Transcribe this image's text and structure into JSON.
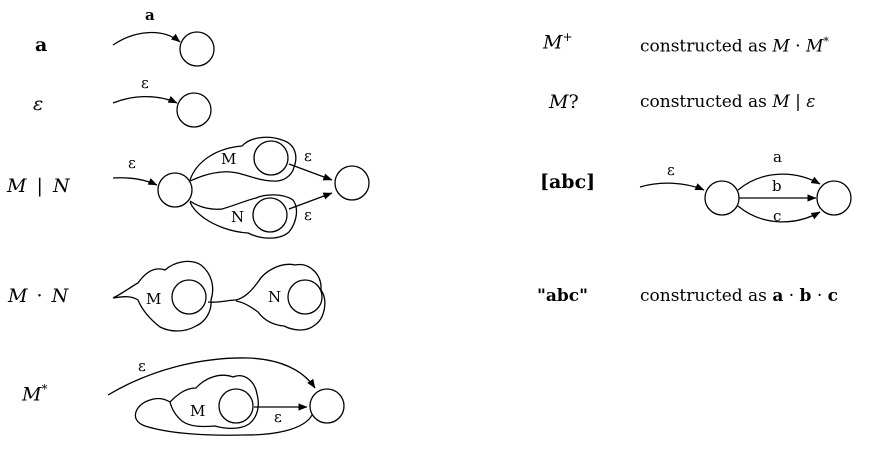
{
  "left_rows": {
    "char": {
      "label": "a",
      "edge": "a"
    },
    "epsilon": {
      "label": "ε",
      "edge": "ε"
    },
    "alt": {
      "label_m": "M",
      "label_bar": "|",
      "label_n": "N",
      "in_edge": "ε",
      "top_box": "M",
      "bottom_box": "N",
      "top_out": "ε",
      "bottom_out": "ε"
    },
    "concat": {
      "label_m": "M",
      "label_dot": "·",
      "label_n": "N",
      "left_box": "M",
      "right_box": "N"
    },
    "star": {
      "label_m": "M",
      "label_star": "*",
      "top_edge": "ε",
      "box": "M",
      "inner_edge": "ε"
    }
  },
  "right_rows": {
    "plus": {
      "label_m": "M",
      "label_sup": "+",
      "desc_prefix": "constructed as ",
      "desc_m1": "M",
      "desc_dot": " · ",
      "desc_m2": "M",
      "desc_star": "*"
    },
    "optional": {
      "label_m": "M",
      "label_q": "?",
      "desc_prefix": "constructed as ",
      "desc_m": "M",
      "desc_bar": " | ",
      "desc_eps": "ε"
    },
    "class": {
      "label": "[abc]",
      "in_edge": "ε",
      "edge_a": "a",
      "edge_b": "b",
      "edge_c": "c"
    },
    "string": {
      "label": "\"abc\"",
      "desc_prefix": "constructed as ",
      "desc_a": "a",
      "desc_dot1": " · ",
      "desc_b": "b",
      "desc_dot2": " · ",
      "desc_c": "c"
    }
  }
}
